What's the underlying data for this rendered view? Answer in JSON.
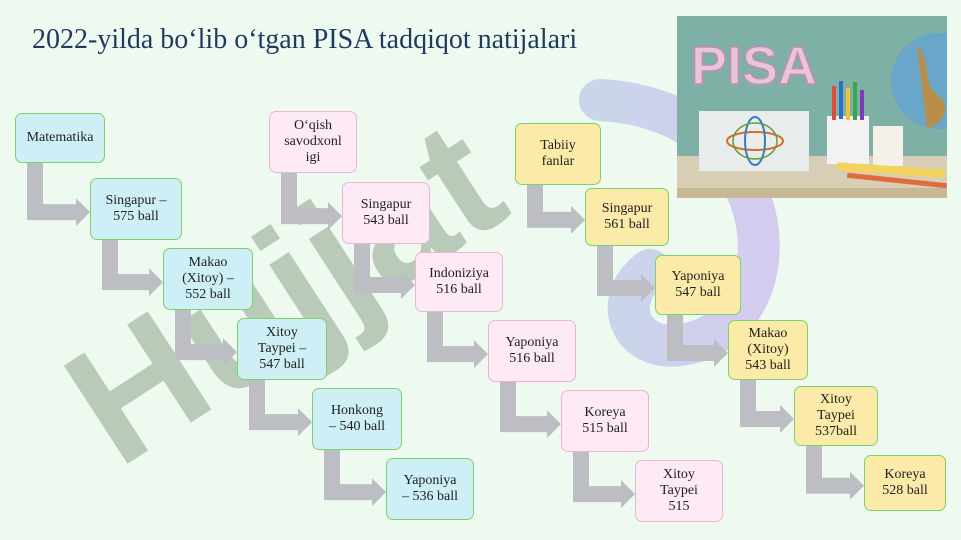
{
  "title": "2022-yilda bo‘lib o‘tgan PISA tadqiqot natijalari",
  "watermark_text": "Hujjat",
  "photo": {
    "logo_text": "PISA"
  },
  "colors": {
    "blue_box": "#cdeff5",
    "pink_box": "#fdeaf5",
    "yellow_box": "#fbeaa8",
    "box_border_green": "#7bd36b",
    "arrow": "#bcbec4",
    "title": "#1f3a5f"
  },
  "columns": [
    {
      "name": "matematika",
      "color": "blue",
      "header": "Matematika",
      "items": [
        "Singapur –\n575 ball",
        "Makao\n(Xitoy) –\n552 ball",
        "Xitoy\nTaypei –\n547 ball",
        "Honkong\n– 540 ball",
        "Yaponiya\n– 536 ball"
      ]
    },
    {
      "name": "oqish",
      "color": "pink",
      "header": "O‘qish\nsavodxonl\nigi",
      "items": [
        "Singapur\n543 ball",
        "Indoniziya\n516 ball",
        "Yaponiya\n516 ball",
        "Koreya\n515 ball",
        "Xitoy\nTaypei\n515"
      ]
    },
    {
      "name": "tabiiy-fanlar",
      "color": "yellow",
      "header": "Tabiiy\nfanlar",
      "items": [
        "Singapur\n561 ball",
        "Yaponiya\n547 ball",
        "Makao\n(Xitoy)\n543 ball",
        "Xitoy\nTaypei\n537ball",
        "Koreya\n528 ball"
      ]
    }
  ]
}
